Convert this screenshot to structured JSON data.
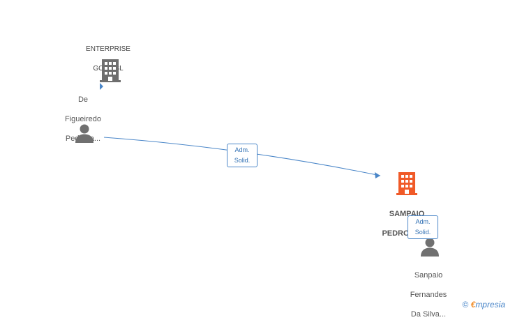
{
  "nodes": {
    "enterprise_gold": {
      "label_line1": "ENTERPRISE",
      "label_line2": "GOLD SL"
    },
    "de_figueiredo": {
      "label_line1": "De",
      "label_line2": "Figueiredo",
      "label_line3": "Pedrosa..."
    },
    "sampaio_pedrosa": {
      "label_line1": "SAMPAIO",
      "label_line2": "PEDROSA SL"
    },
    "sanpaio_fernandes": {
      "label_line1": "Sanpaio",
      "label_line2": "Fernandes",
      "label_line3": "Da Silva..."
    }
  },
  "edges": [
    {
      "badge_line1": "Adm.",
      "badge_line2": "Solid."
    },
    {
      "badge_line1": "Adm.",
      "badge_line2": "Solid."
    }
  ],
  "footer": {
    "copyright": "©",
    "brand_e": "€",
    "brand_rest": "mpresia"
  },
  "colors": {
    "company_gray": "#6e6e6e",
    "company_highlight": "#f05a28",
    "person_gray": "#707070",
    "edge_blue": "#4a86c8"
  }
}
